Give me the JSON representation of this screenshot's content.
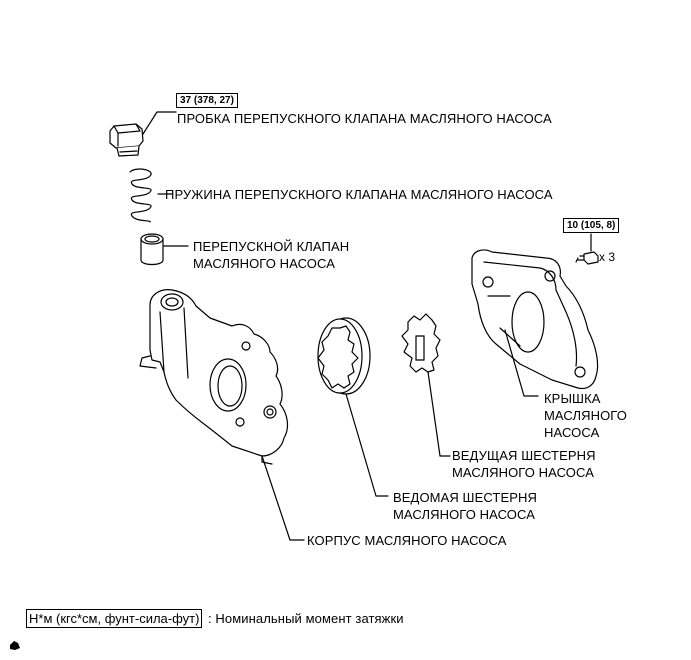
{
  "torque_specs": {
    "plug": "37 (378, 27)",
    "cover_bolt": "10 (105, 8)"
  },
  "bolt_quantity": "x 3",
  "labels": {
    "plug": "ПРОБКА ПЕРЕПУСКНОГО КЛАПАНА МАСЛЯНОГО НАСОСА",
    "spring": "ПРУЖИНА ПЕРЕПУСКНОГО КЛАПАНА МАСЛЯНОГО НАСОСА",
    "relief_valve_line1": "ПЕРЕПУСКНОЙ КЛАПАН",
    "relief_valve_line2": "МАСЛЯНОГО НАСОСА",
    "cover_line1": "КРЫШКА",
    "cover_line2": "МАСЛЯНОГО",
    "cover_line3": "НАСОСА",
    "drive_gear_line1": "ВЕДУЩАЯ ШЕСТЕРНЯ",
    "drive_gear_line2": "МАСЛЯНОГО НАСОСА",
    "driven_gear_line1": "ВЕДОМАЯ ШЕСТЕРНЯ",
    "driven_gear_line2": "МАСЛЯНОГО НАСОСА",
    "body": "КОРПУС МАСЛЯНОГО НАСОСА"
  },
  "legend": {
    "unit": "Н*м (кгс*см, фунт-сила-фут)",
    "description": ": Номинальный момент затяжки"
  }
}
